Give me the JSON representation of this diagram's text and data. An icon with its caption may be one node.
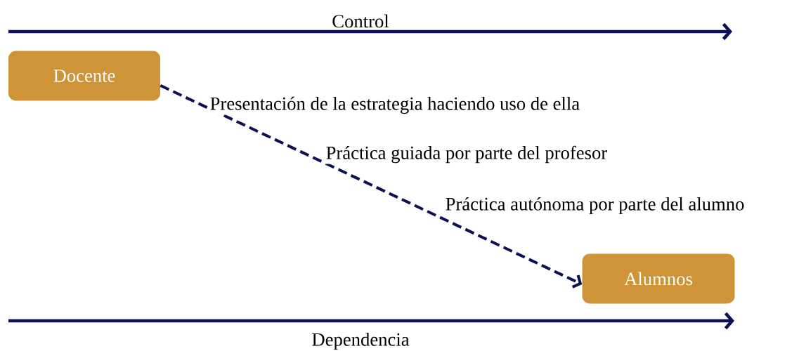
{
  "diagram": {
    "nodes": [
      {
        "text": [
          "Docente"
        ]
      },
      {
        "text": [
          "Alumnos"
        ]
      }
    ],
    "edges": [
      {
        "from": 0,
        "to": 1,
        "arrow": "to",
        "style": "dashed"
      }
    ],
    "labels": [
      "Control",
      "Presentación de la estrategia haciendo uso de ella",
      "Práctica guiada por parte del profesor",
      "Práctica autónoma por parte del alumno",
      "Dependencia"
    ]
  }
}
